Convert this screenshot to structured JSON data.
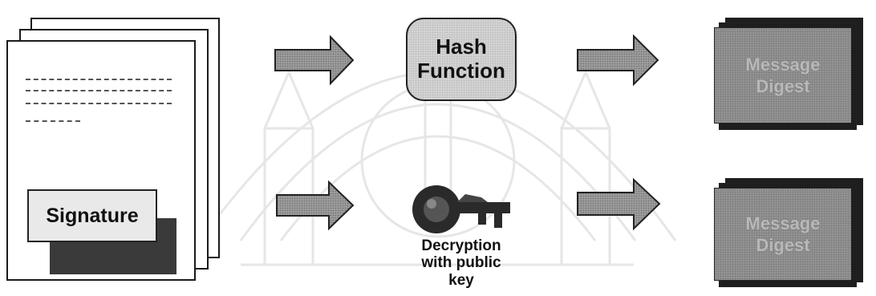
{
  "diagram": {
    "document": {
      "signature_label": "Signature"
    },
    "hash_function": {
      "line1": "Hash",
      "line2": "Function"
    },
    "decryption": {
      "line1": "Decryption",
      "line2": "with public",
      "line3": "key"
    },
    "digest_top": {
      "line1": "Message",
      "line2": "Digest"
    },
    "digest_bottom": {
      "line1": "Message",
      "line2": "Digest"
    },
    "arrows": [
      {
        "from": "document",
        "to": "hash-function"
      },
      {
        "from": "hash-function",
        "to": "message-digest-top"
      },
      {
        "from": "document",
        "to": "decryption-key"
      },
      {
        "from": "decryption-key",
        "to": "message-digest-bottom"
      }
    ]
  }
}
